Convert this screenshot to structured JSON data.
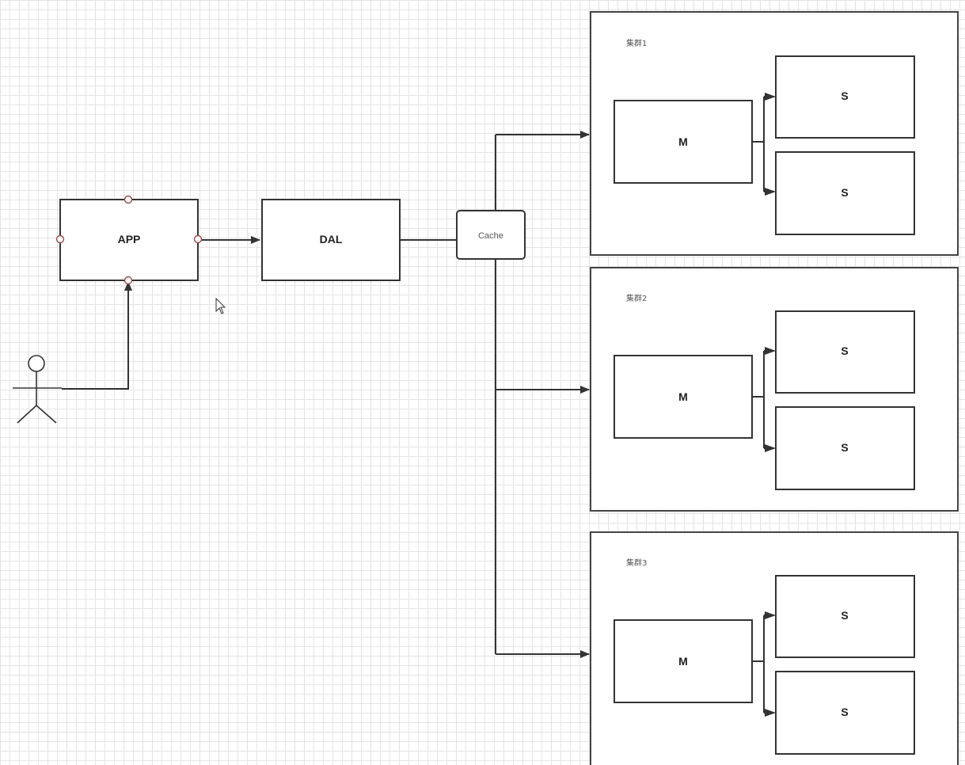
{
  "nodes": {
    "app": "APP",
    "dal": "DAL",
    "cache": "Cache"
  },
  "clusters": [
    {
      "title": "集群1",
      "master": "M",
      "slaves": [
        "S",
        "S"
      ]
    },
    {
      "title": "集群2",
      "master": "M",
      "slaves": [
        "S",
        "S"
      ]
    },
    {
      "title": "集群3",
      "master": "M",
      "slaves": [
        "S",
        "S"
      ]
    }
  ],
  "colors": {
    "stroke": "#333333",
    "grid": "#e4e4e4",
    "handle": "#a04848"
  }
}
